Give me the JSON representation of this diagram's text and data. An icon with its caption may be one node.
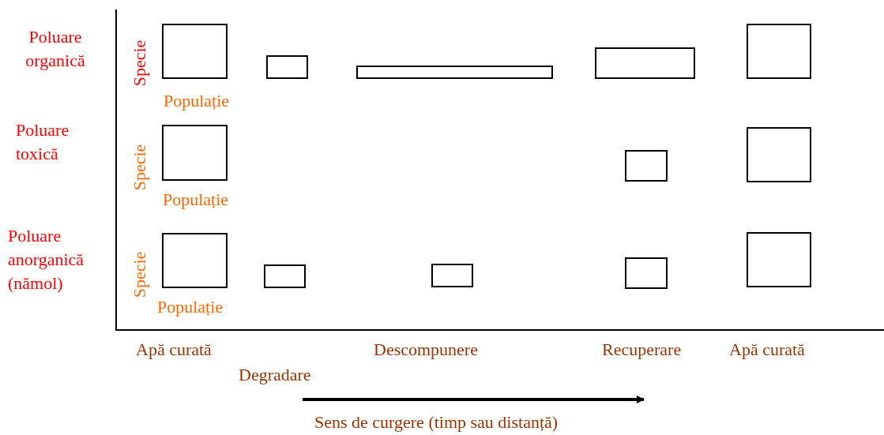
{
  "diagram": {
    "nodes": [
      {
        "text": [],
        "shape": "box"
      },
      {
        "text": [],
        "shape": "box"
      },
      {
        "text": [],
        "shape": "box"
      },
      {
        "text": [],
        "shape": "box"
      },
      {
        "text": [],
        "shape": "box"
      },
      {
        "text": [],
        "shape": "box"
      },
      {
        "text": [],
        "shape": "box"
      },
      {
        "text": [],
        "shape": "box"
      },
      {
        "text": [],
        "shape": "box"
      },
      {
        "text": [],
        "shape": "box"
      },
      {
        "text": [],
        "shape": "box"
      },
      {
        "text": [],
        "shape": "box"
      },
      {
        "text": [],
        "shape": "box"
      }
    ],
    "labels": [
      "Poluare organică",
      "Specie",
      "Populație",
      "Poluare toxică",
      "Specie",
      "Populație",
      "Poluare anorganică (nămol)",
      "Specie",
      "Populație",
      "Apă curată",
      "Descompunere",
      "Recuperare",
      "Apă curată",
      "Degradare",
      "Sens de curgere (timp sau distanță)"
    ]
  }
}
